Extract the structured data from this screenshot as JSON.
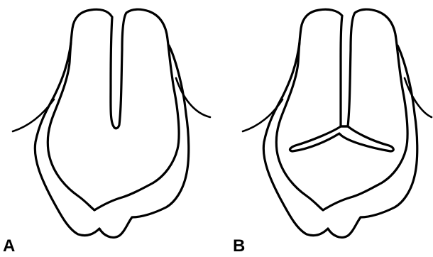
{
  "panels": [
    {
      "label": "A",
      "variant": "single-groove"
    },
    {
      "label": "B",
      "variant": "y-groove"
    }
  ]
}
